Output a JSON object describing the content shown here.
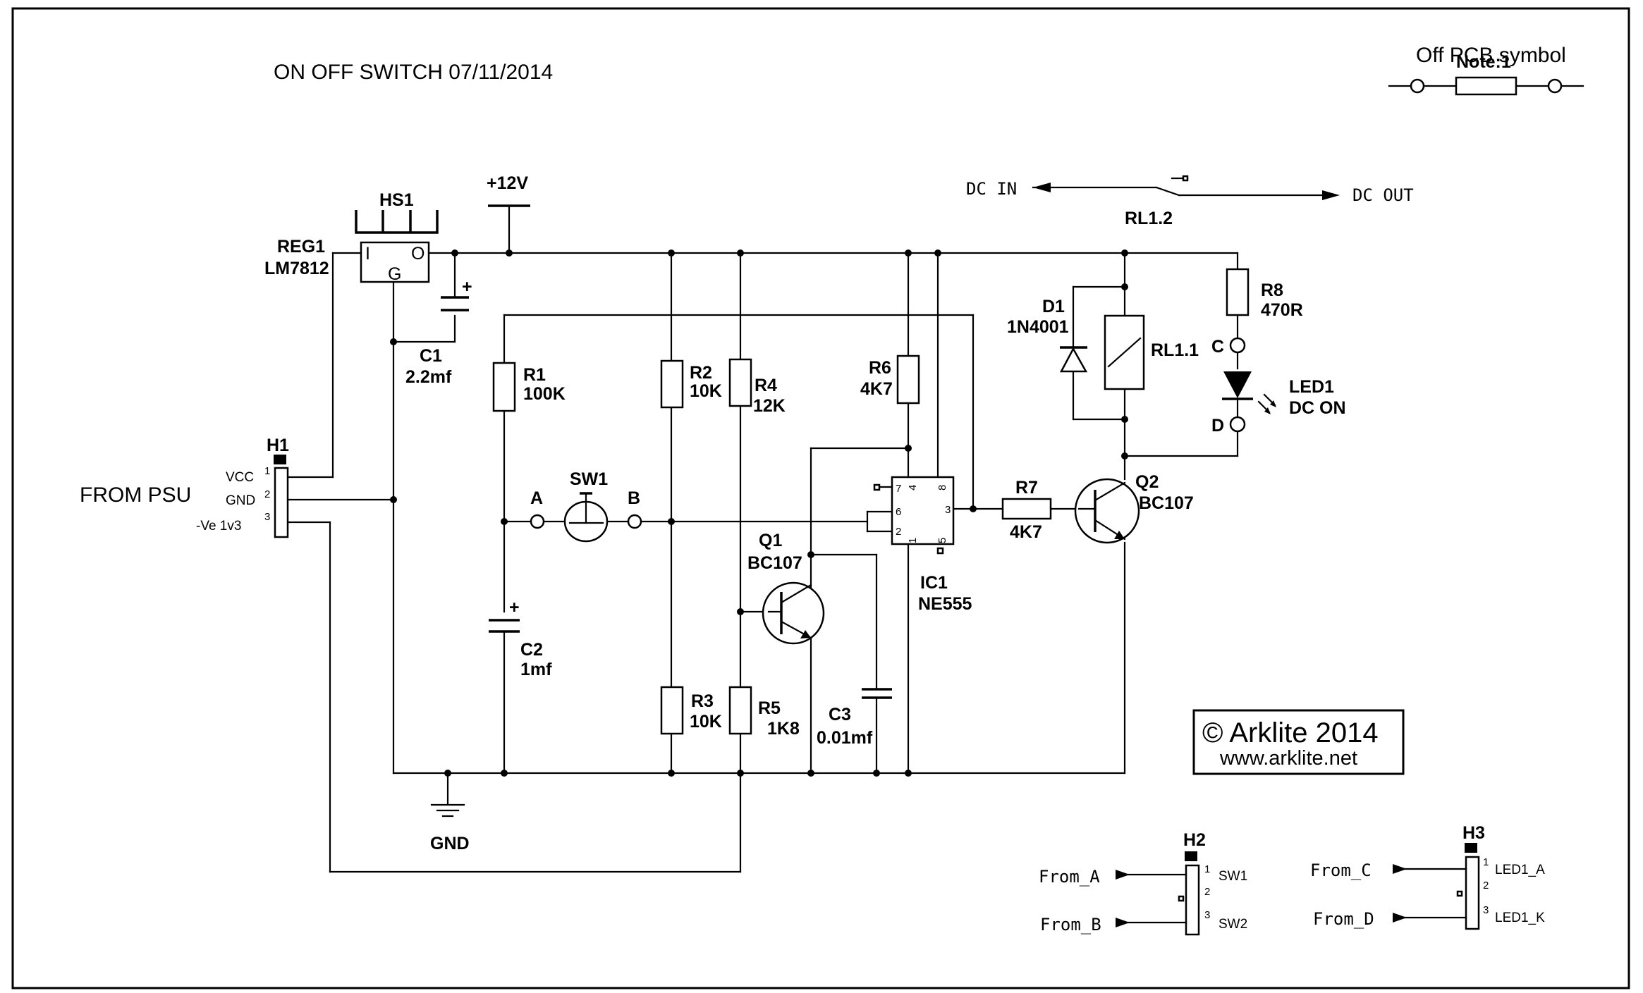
{
  "title": "ON OFF SWITCH  07/11/2014",
  "note": {
    "heading": "Note:1",
    "text": "Off PCB symbol"
  },
  "supply": {
    "rail": "+12V",
    "gnd": "GND",
    "from_psu": "FROM PSU"
  },
  "relay_contact": {
    "in": "DC IN",
    "out": "DC OUT",
    "ref": "RL1.2"
  },
  "components": {
    "hs1": "HS1",
    "reg1": {
      "ref": "REG1",
      "value": "LM7812",
      "pin_i": "I",
      "pin_o": "O",
      "pin_g": "G"
    },
    "c1": {
      "ref": "C1",
      "value": "2.2mf"
    },
    "c2": {
      "ref": "C2",
      "value": "1mf"
    },
    "c3": {
      "ref": "C3",
      "value": "0.01mf"
    },
    "r1": {
      "ref": "R1",
      "value": "100K"
    },
    "r2": {
      "ref": "R2",
      "value": "10K"
    },
    "r3": {
      "ref": "R3",
      "value": "10K"
    },
    "r4": {
      "ref": "R4",
      "value": "12K"
    },
    "r5": {
      "ref": "R5",
      "value": "1K8"
    },
    "r6": {
      "ref": "R6",
      "value": "4K7"
    },
    "r7": {
      "ref": "R7",
      "value": "4K7"
    },
    "r8": {
      "ref": "R8",
      "value": "470R"
    },
    "d1": {
      "ref": "D1",
      "value": "1N4001"
    },
    "rl11": "RL1.1",
    "led1": {
      "ref": "LED1",
      "value": "DC ON"
    },
    "sw1": "SW1",
    "q1": {
      "ref": "Q1",
      "value": "BC107"
    },
    "q2": {
      "ref": "Q2",
      "value": "BC107"
    },
    "ic1": {
      "ref": "IC1",
      "value": "NE555",
      "pins": [
        "7",
        "8",
        "4",
        "6",
        "2",
        "3",
        "1",
        "5"
      ]
    }
  },
  "nodes": {
    "a": "A",
    "b": "B",
    "c": "C",
    "d": "D"
  },
  "h1": {
    "ref": "H1",
    "pins": [
      {
        "num": "1",
        "label": "VCC"
      },
      {
        "num": "2",
        "label": "GND"
      },
      {
        "num": "3",
        "label": "-Ve 1v3"
      }
    ]
  },
  "h2": {
    "ref": "H2",
    "inputs": [
      "From_A",
      "From_B"
    ],
    "pins": [
      {
        "num": "1",
        "label": "SW1"
      },
      {
        "num": "2",
        "label": ""
      },
      {
        "num": "3",
        "label": "SW2"
      }
    ]
  },
  "h3": {
    "ref": "H3",
    "inputs": [
      "From_C",
      "From_D"
    ],
    "pins": [
      {
        "num": "1",
        "label": "LED1_A"
      },
      {
        "num": "2",
        "label": ""
      },
      {
        "num": "3",
        "label": "LED1_K"
      }
    ]
  },
  "copyright": {
    "line1": "© Arklite  2014",
    "line2": "www.arklite.net"
  }
}
